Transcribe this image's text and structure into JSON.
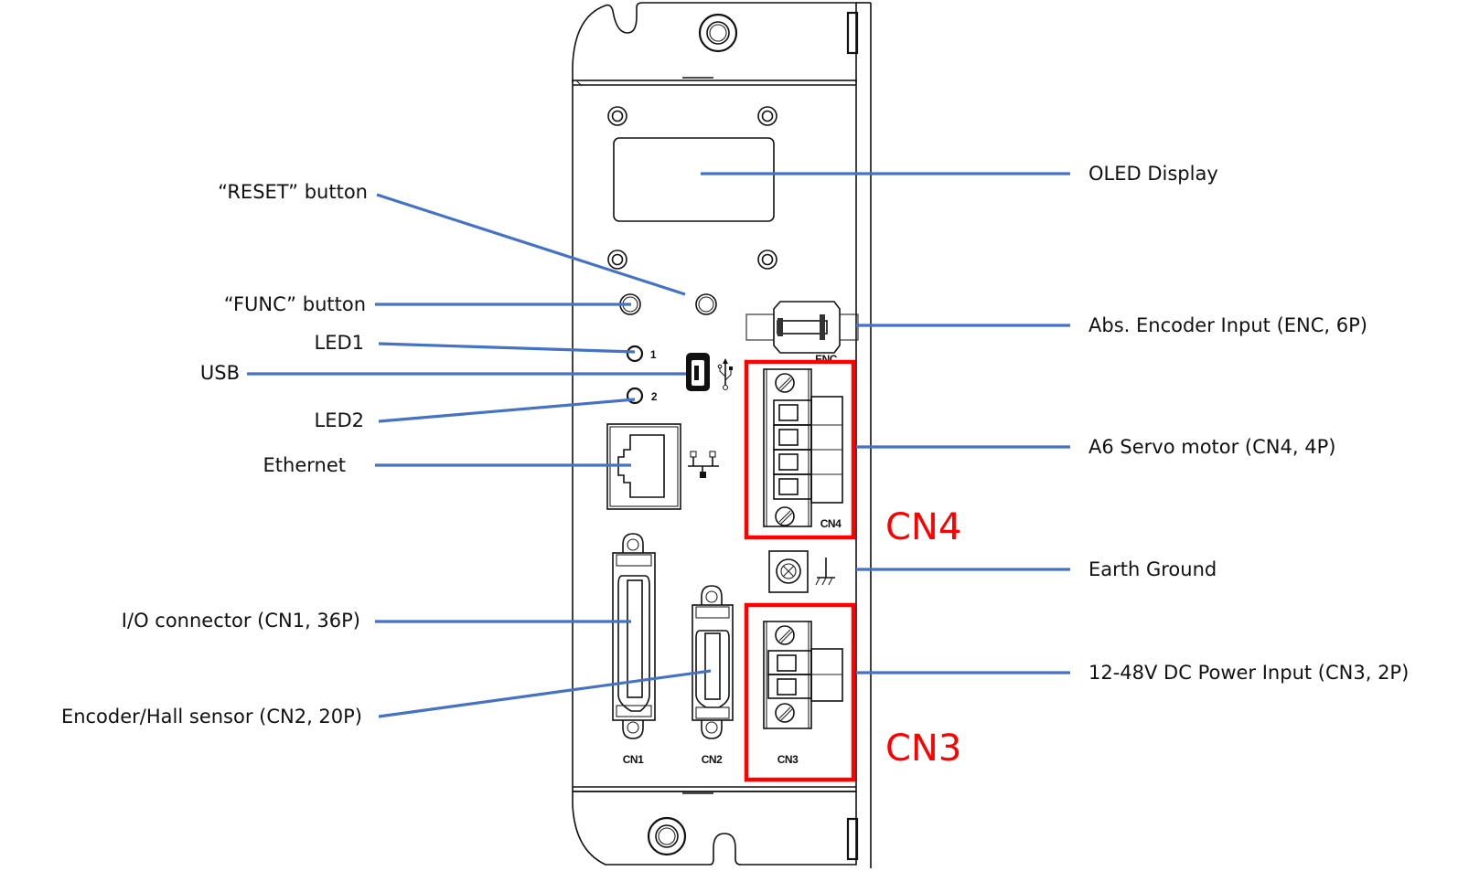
{
  "figure": {
    "type": "hardware-front-panel-diagram",
    "callout_color": "#4472C4",
    "highlight_color": "#FF0000"
  },
  "labels_left": [
    {
      "id": "reset",
      "text": "“RESET” button"
    },
    {
      "id": "func",
      "text": "“FUNC” button"
    },
    {
      "id": "led1",
      "text": "LED1"
    },
    {
      "id": "usb",
      "text": "USB"
    },
    {
      "id": "led2",
      "text": "LED2"
    },
    {
      "id": "ethernet",
      "text": "Ethernet"
    },
    {
      "id": "cn1",
      "text": "I/O connector (CN1, 36P)"
    },
    {
      "id": "cn2",
      "text": "Encoder/Hall sensor (CN2, 20P)"
    }
  ],
  "labels_right": [
    {
      "id": "oled",
      "text": "OLED Display"
    },
    {
      "id": "enc",
      "text": "Abs. Encoder Input (ENC, 6P)"
    },
    {
      "id": "cn4",
      "text": "A6 Servo motor (CN4, 4P)"
    },
    {
      "id": "earth",
      "text": "Earth Ground"
    },
    {
      "id": "cn3",
      "text": "12-48V DC Power Input (CN3, 2P)"
    }
  ],
  "panel_markings": {
    "led1_num": "1",
    "led2_num": "2",
    "enc": "ENC",
    "cn4": "CN4",
    "cn1": "CN1",
    "cn2": "CN2",
    "cn3": "CN3"
  },
  "highlights": [
    {
      "id": "cn4",
      "text": "CN4"
    },
    {
      "id": "cn3",
      "text": "CN3"
    }
  ]
}
